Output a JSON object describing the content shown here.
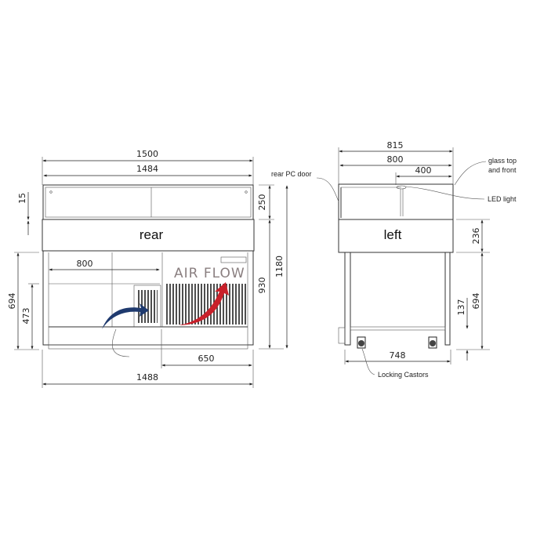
{
  "rear_view": {
    "label": "rear",
    "air_flow": "AIR FLOW",
    "dims": {
      "overall_width": "1500",
      "top_width": "1484",
      "base_width": "1488",
      "inner_800": "800",
      "compressor_650": "650",
      "top_thickness": "15",
      "glass_height": "250",
      "cabinet_height": "930",
      "total_height": "1180",
      "left_694": "694",
      "left_473": "473"
    }
  },
  "left_view": {
    "label": "left",
    "dims": {
      "overall_depth": "815",
      "depth_800": "800",
      "depth_400": "400",
      "base_depth": "748",
      "band_236": "236",
      "leg_694": "694",
      "castor_137": "137"
    },
    "callouts": {
      "rear_door": "rear PC door",
      "glass_line1": "glass top",
      "glass_line2": "and front",
      "led": "LED light",
      "castors": "Locking Castors"
    }
  },
  "colors": {
    "intake_arrow": "#1f3a6e",
    "exhaust_arrow": "#c8202a"
  }
}
